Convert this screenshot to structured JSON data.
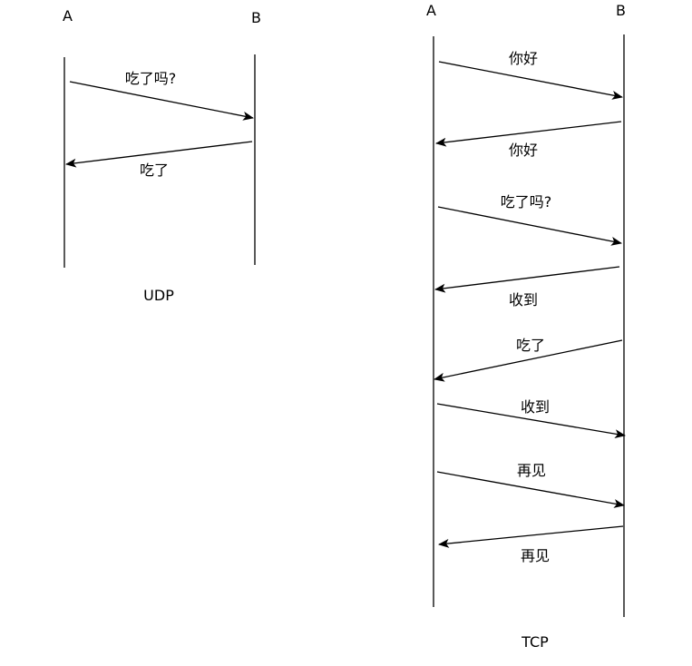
{
  "udp": {
    "participant_a": "A",
    "participant_b": "B",
    "caption": "UDP",
    "messages": [
      {
        "from": "A",
        "to": "B",
        "text": "吃了吗?"
      },
      {
        "from": "B",
        "to": "A",
        "text": "吃了"
      }
    ]
  },
  "tcp": {
    "participant_a": "A",
    "participant_b": "B",
    "caption": "TCP",
    "messages": [
      {
        "from": "A",
        "to": "B",
        "text": "你好"
      },
      {
        "from": "B",
        "to": "A",
        "text": "你好"
      },
      {
        "from": "A",
        "to": "B",
        "text": "吃了吗?"
      },
      {
        "from": "B",
        "to": "A",
        "text": "收到"
      },
      {
        "from": "B",
        "to": "A",
        "text": "吃了"
      },
      {
        "from": "A",
        "to": "B",
        "text": "收到"
      },
      {
        "from": "A",
        "to": "B",
        "text": "再见"
      },
      {
        "from": "B",
        "to": "A",
        "text": "再见"
      }
    ]
  },
  "colors": {
    "line": "#000000",
    "background": "#ffffff"
  }
}
